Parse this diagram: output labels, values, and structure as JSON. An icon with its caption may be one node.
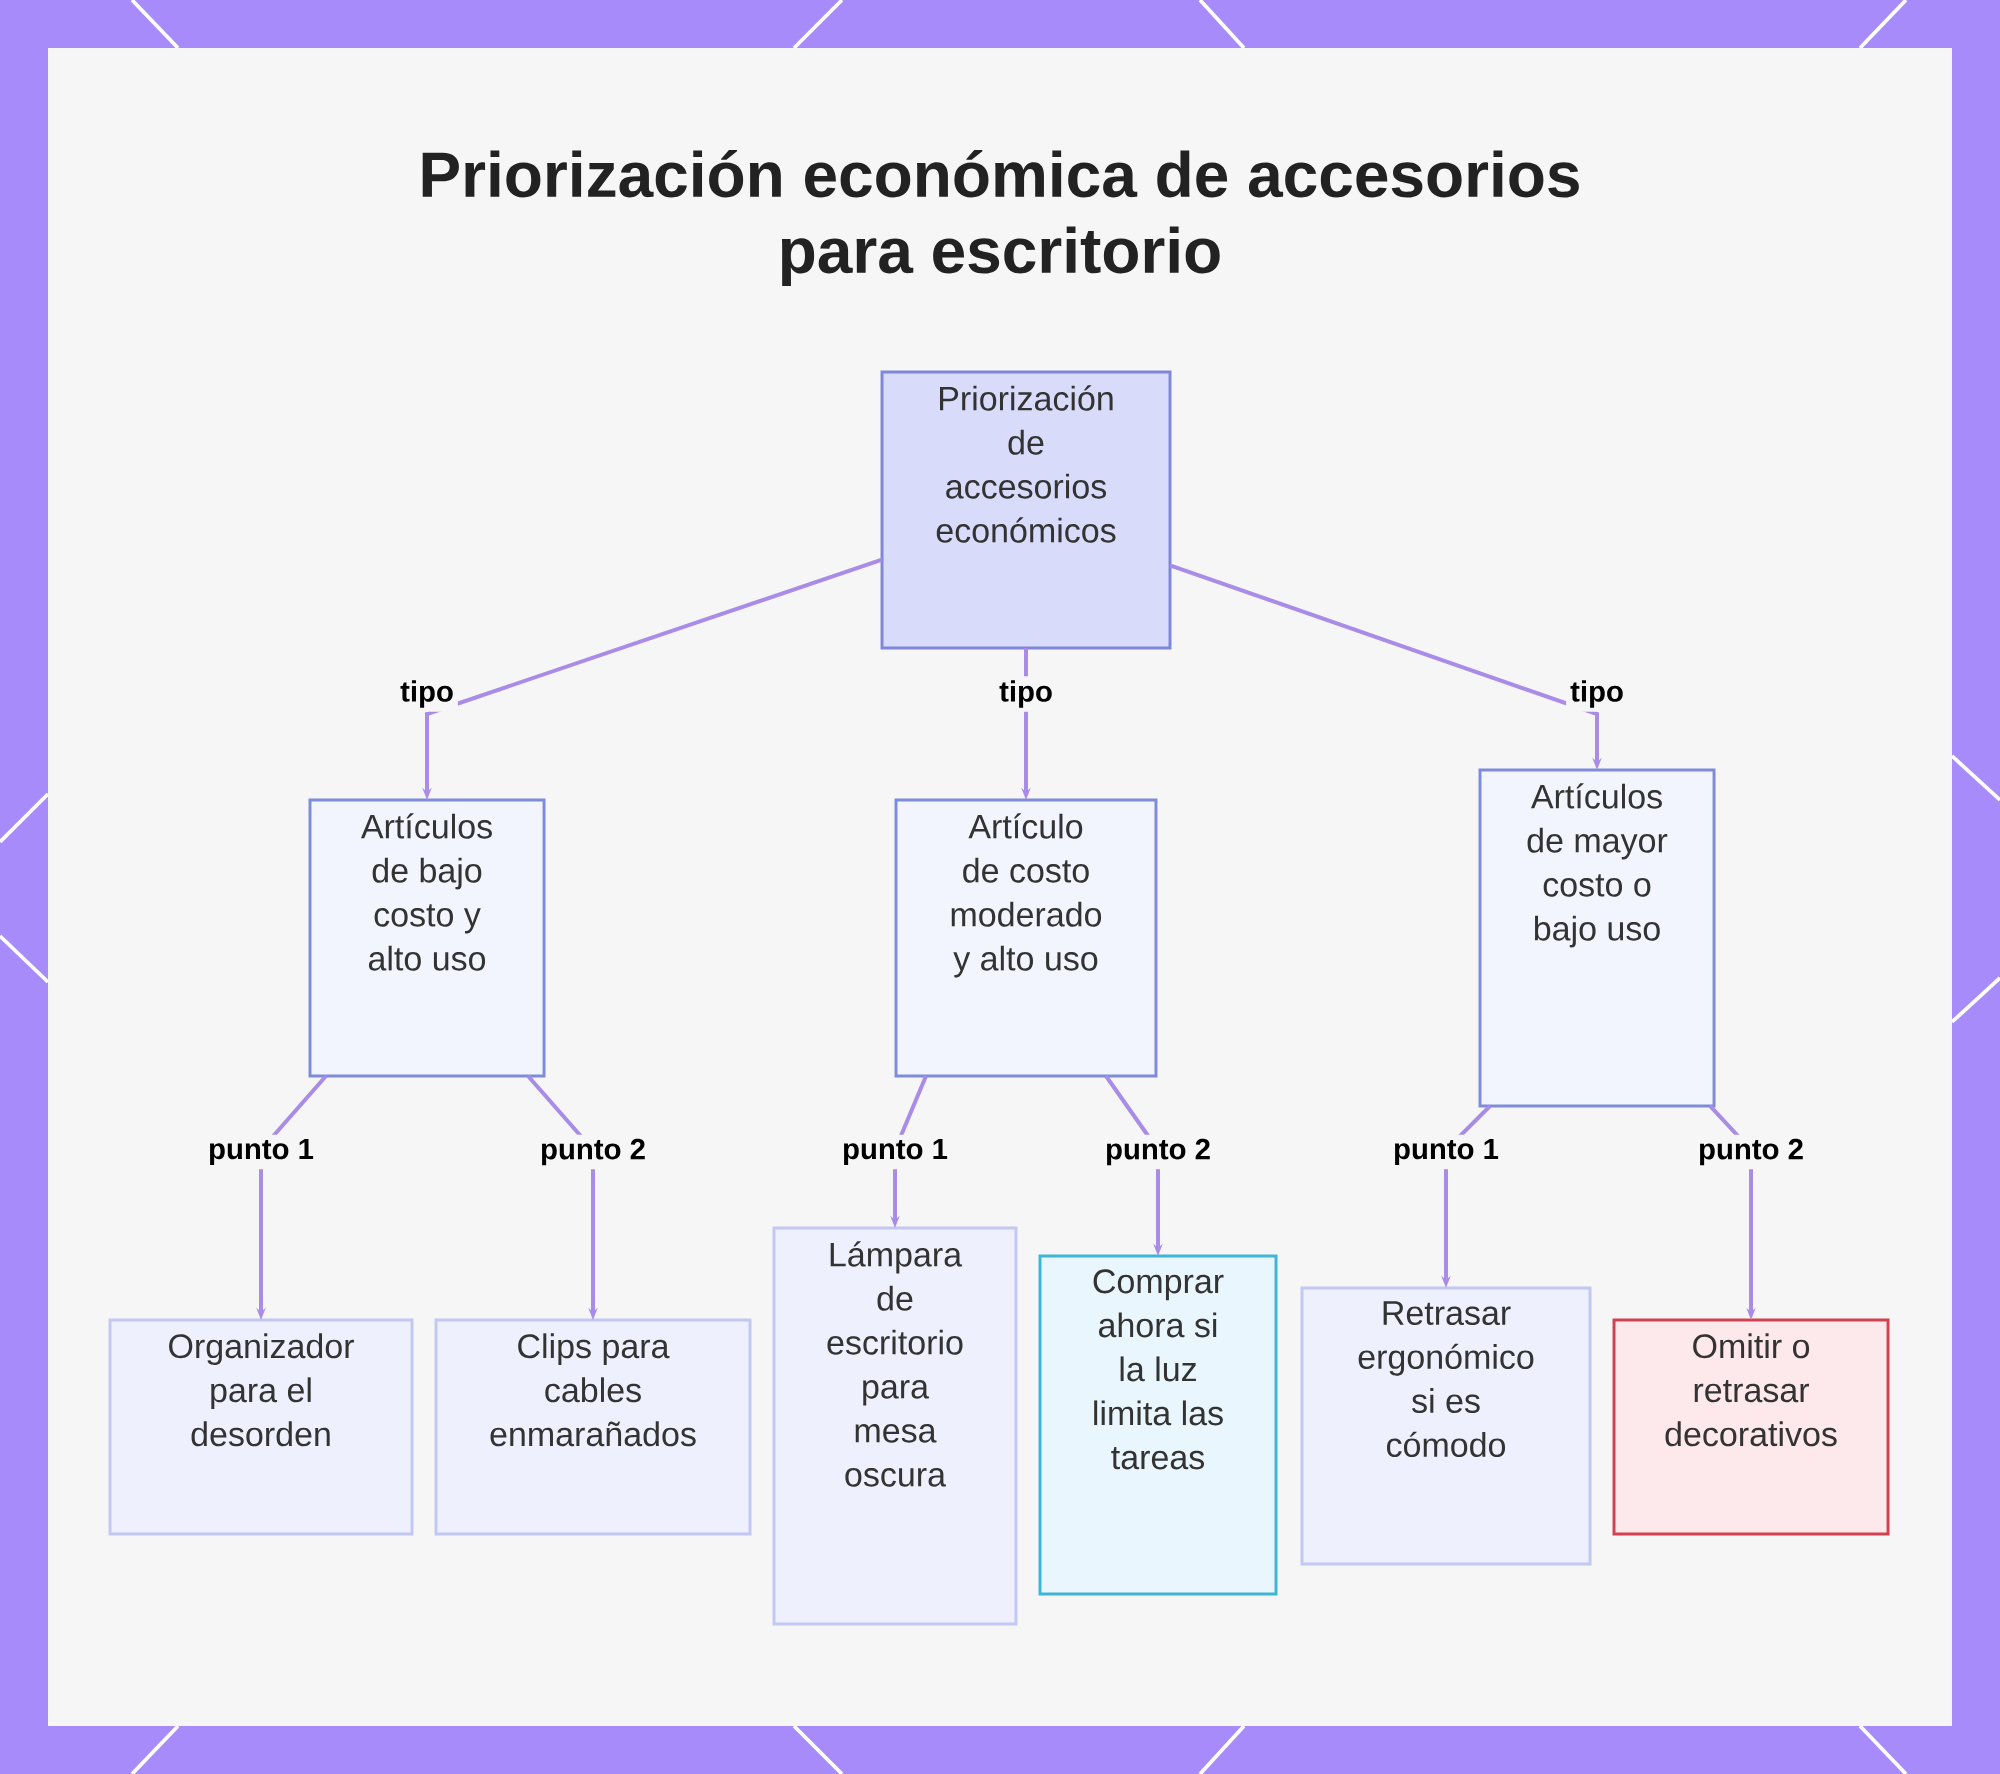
{
  "diagram": {
    "title": "Priorización económica de accesorios para escritorio",
    "nodes": [
      {
        "text": [
          "Priorización de accesorios económicos"
        ]
      },
      {
        "text": [
          "Artículos de bajo costo y alto uso"
        ]
      },
      {
        "text": [
          "Artículo de costo moderado y alto uso"
        ]
      },
      {
        "text": [
          "Artículos de mayor costo o bajo uso"
        ]
      },
      {
        "text": [
          "Organizador para el desorden"
        ]
      },
      {
        "text": [
          "Clips para cables enmarañados"
        ]
      },
      {
        "text": [
          "Lámpara de escritorio para mesa oscura"
        ]
      },
      {
        "text": [
          "Comprar ahora si la luz limita las tareas"
        ]
      },
      {
        "text": [
          "Retrasar ergonómico si es cómodo"
        ]
      },
      {
        "text": [
          "Omitir o retrasar decorativos"
        ]
      }
    ],
    "edges": [
      {
        "from": 0,
        "to": 1,
        "arrow": "to",
        "label": "tipo"
      },
      {
        "from": 0,
        "to": 2,
        "arrow": "to",
        "label": "tipo"
      },
      {
        "from": 0,
        "to": 3,
        "arrow": "to",
        "label": "tipo"
      },
      {
        "from": 1,
        "to": 4,
        "arrow": "to",
        "label": "punto 1"
      },
      {
        "from": 1,
        "to": 5,
        "arrow": "to",
        "label": "punto 2"
      },
      {
        "from": 2,
        "to": 6,
        "arrow": "to",
        "label": "punto 1"
      },
      {
        "from": 2,
        "to": 7,
        "arrow": "to",
        "label": "punto 2"
      },
      {
        "from": 3,
        "to": 8,
        "arrow": "to",
        "label": "punto 1"
      },
      {
        "from": 3,
        "to": 9,
        "arrow": "to",
        "label": "punto 2"
      }
    ]
  }
}
